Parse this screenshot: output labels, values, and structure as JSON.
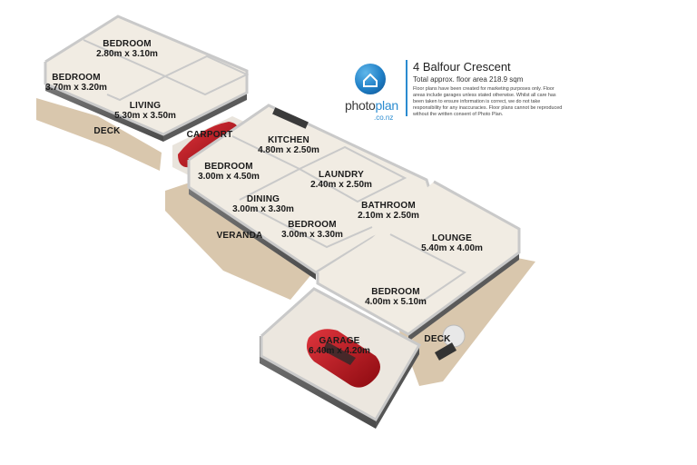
{
  "brand": {
    "name_a": "photo",
    "name_b": "plan",
    "suffix": ".co.nz"
  },
  "header": {
    "address": "4 Balfour Crescent",
    "total_area": "Total approx. floor area 218.9 sqm",
    "disclaimer": "Floor plans have been created for marketing purposes only. Floor areas include garages unless stated otherwise. Whilst all care has been taken to ensure information is correct, we do not take responsibility for any inaccuracies. Floor plans cannot be reproduced without the written consent of Photo Plan."
  },
  "rooms": {
    "bedroom1": {
      "name": "BEDROOM",
      "dims": "2.80m x 3.10m"
    },
    "bedroom2": {
      "name": "BEDROOM",
      "dims": "3.70m x 3.20m"
    },
    "living": {
      "name": "LIVING",
      "dims": "5.30m x 3.50m"
    },
    "deck1": {
      "name": "DECK"
    },
    "carport": {
      "name": "CARPORT"
    },
    "kitchen": {
      "name": "KITCHEN",
      "dims": "4.80m x 2.50m"
    },
    "bedroom3": {
      "name": "BEDROOM",
      "dims": "3.00m x 4.50m"
    },
    "laundry": {
      "name": "LAUNDRY",
      "dims": "2.40m x 2.50m"
    },
    "dining": {
      "name": "DINING",
      "dims": "3.00m x 3.30m"
    },
    "bathroom": {
      "name": "BATHROOM",
      "dims": "2.10m x 2.50m"
    },
    "bedroom4": {
      "name": "BEDROOM",
      "dims": "3.00m x 3.30m"
    },
    "veranda": {
      "name": "VERANDA"
    },
    "lounge": {
      "name": "LOUNGE",
      "dims": "5.40m x 4.00m"
    },
    "bedroom5": {
      "name": "BEDROOM",
      "dims": "4.00m x 5.10m"
    },
    "garage": {
      "name": "GARAGE",
      "dims": "6.40m x 4.20m"
    },
    "deck2": {
      "name": "DECK"
    }
  },
  "colors": {
    "floor": "#f3eee6",
    "deck": "#d9c7ad",
    "wall_top": "#c9c9c9",
    "wall_side": "#6b6b6b",
    "car": "#c0111b",
    "logo_blue": "#1f7fc6"
  }
}
